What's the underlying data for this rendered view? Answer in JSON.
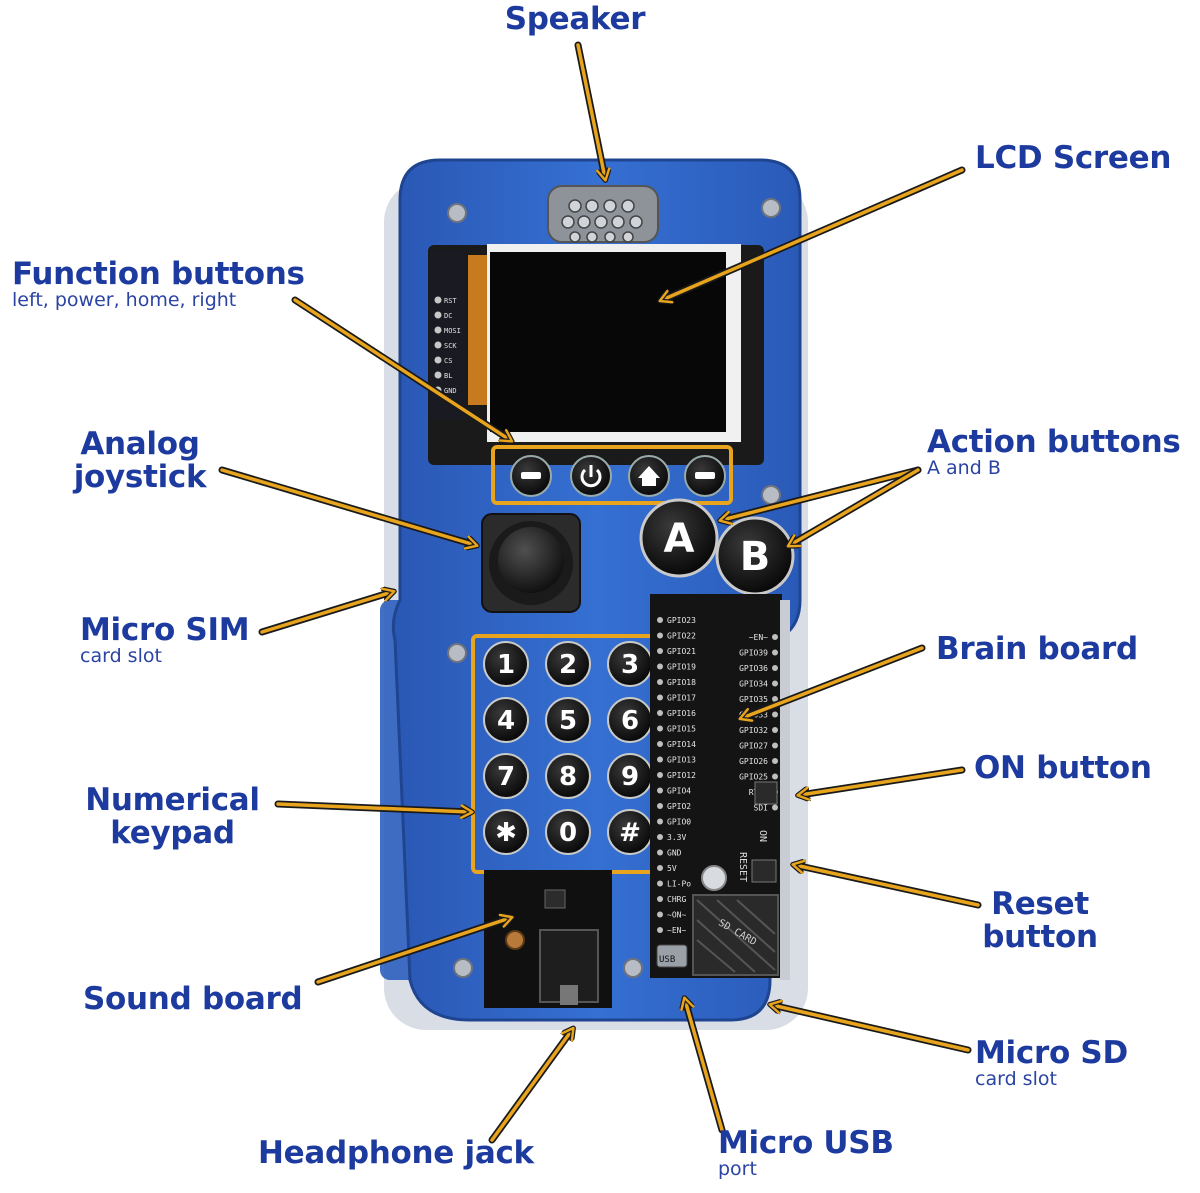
{
  "callouts": {
    "speaker": "Speaker",
    "lcd_screen": "LCD Screen",
    "function_buttons": {
      "title": "Function buttons",
      "sub": "left, power, home, right"
    },
    "analog_joystick": {
      "line1": "Analog",
      "line2": "joystick"
    },
    "action_buttons": {
      "title": "Action buttons",
      "sub": "A and B"
    },
    "micro_sim": {
      "title": "Micro SIM",
      "sub": "card slot"
    },
    "brain_board": "Brain board",
    "on_button": "ON button",
    "numerical_keypad": {
      "line1": "Numerical",
      "line2": "keypad"
    },
    "reset_button": {
      "line1": "Reset",
      "line2": "button"
    },
    "sound_board": "Sound board",
    "micro_sd": {
      "title": "Micro SD",
      "sub": "card slot"
    },
    "headphone_jack": "Headphone jack",
    "micro_usb": {
      "title": "Micro USB",
      "sub": "port"
    }
  },
  "device": {
    "keypad_keys": [
      "1",
      "2",
      "3",
      "4",
      "5",
      "6",
      "7",
      "8",
      "9",
      "✱",
      "0",
      "#"
    ],
    "action_keys": [
      "A",
      "B"
    ],
    "board_pins_left": [
      "GPIO23",
      "GPIO22",
      "GPIO21",
      "GPIO19",
      "GPIO18",
      "GPIO17",
      "GPIO16",
      "GPIO15",
      "GPIO14",
      "GPIO13",
      "GPIO12",
      "GPIO4",
      "GPIO2",
      "GPIO0",
      "3.3V",
      "GND",
      "5V",
      "LI-Po",
      "CHRG",
      "~ON~",
      "~EN~"
    ],
    "board_pins_right": [
      "~EN~",
      "GPIO39",
      "GPIO36",
      "GPIO34",
      "GPIO35",
      "GPIO33",
      "GPIO32",
      "GPIO27",
      "GPIO26",
      "GPIO25",
      "RTC1",
      "SDI"
    ],
    "lcd_pins": [
      "RST",
      "DC",
      "MOSI",
      "SCK",
      "CS",
      "BL",
      "GND"
    ],
    "labels": {
      "on": "ON",
      "reset": "RESET",
      "usb": "USB",
      "sd": "SD CARD"
    }
  },
  "colors": {
    "label": "#1d3a9e",
    "arrow": "#e8a41d",
    "arrow_outline": "#1a1a1a",
    "case_blue": "#2f63c4"
  }
}
